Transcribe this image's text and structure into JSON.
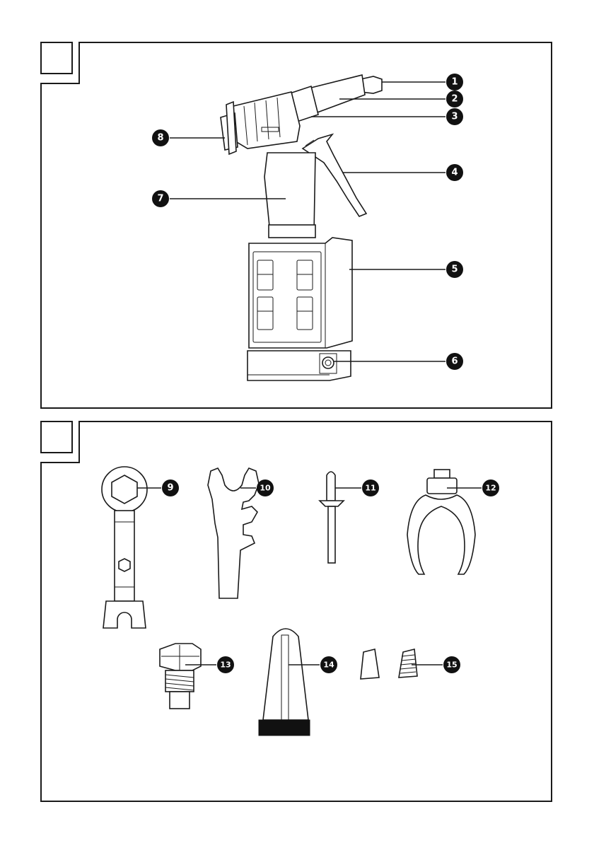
{
  "figures": [
    {
      "id": "fig1",
      "number": "",
      "callouts": [
        "1",
        "2",
        "3",
        "4",
        "5",
        "6",
        "7",
        "8"
      ]
    },
    {
      "id": "fig2",
      "number": "",
      "callouts": [
        "9",
        "10",
        "11",
        "12",
        "13",
        "14",
        "15"
      ]
    }
  ],
  "callouts": {
    "c1": "1",
    "c2": "2",
    "c3": "3",
    "c4": "4",
    "c5": "5",
    "c6": "6",
    "c7": "7",
    "c8": "8",
    "c9": "9",
    "c10": "10",
    "c11": "11",
    "c12": "12",
    "c13": "13",
    "c14": "14",
    "c15": "15"
  },
  "colors": {
    "ink": "#111111",
    "paper": "#ffffff"
  }
}
